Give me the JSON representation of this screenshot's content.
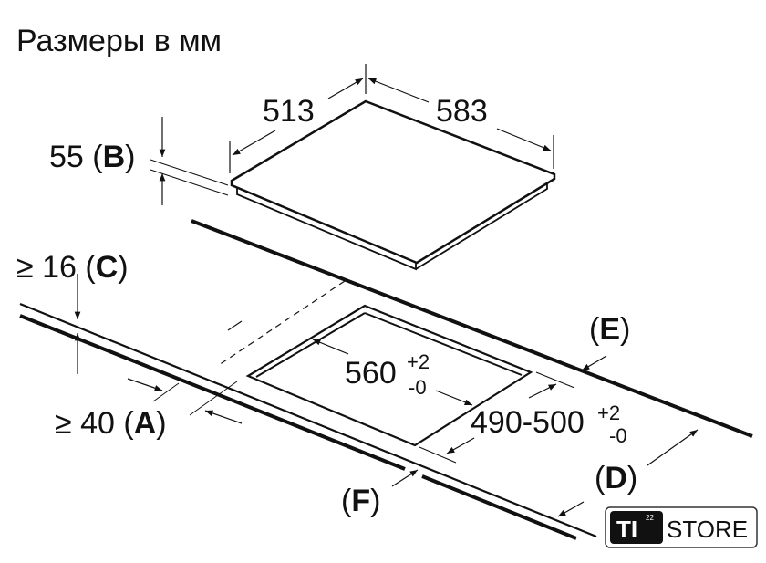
{
  "title": "Размеры в мм",
  "hob": {
    "depth": "513",
    "width": "583",
    "height_label": "55",
    "height_letter": "B"
  },
  "counter": {
    "thickness_prefix": "≥ 16",
    "thickness_letter": "C",
    "front_gap_prefix": "≥ 40",
    "front_gap_letter": "A",
    "back_letter": "E",
    "depth_letter": "D",
    "front_letter": "F"
  },
  "cutout": {
    "width_value": "560",
    "width_tol_plus": "+2",
    "width_tol_minus": "-0",
    "depth_value": "490-500",
    "depth_tol_plus": "+2",
    "depth_tol_minus": "-0"
  },
  "logo": {
    "mark": "TI",
    "superscript": "22",
    "name": "STORE"
  },
  "colors": {
    "ink": "#111111",
    "background": "#ffffff"
  }
}
